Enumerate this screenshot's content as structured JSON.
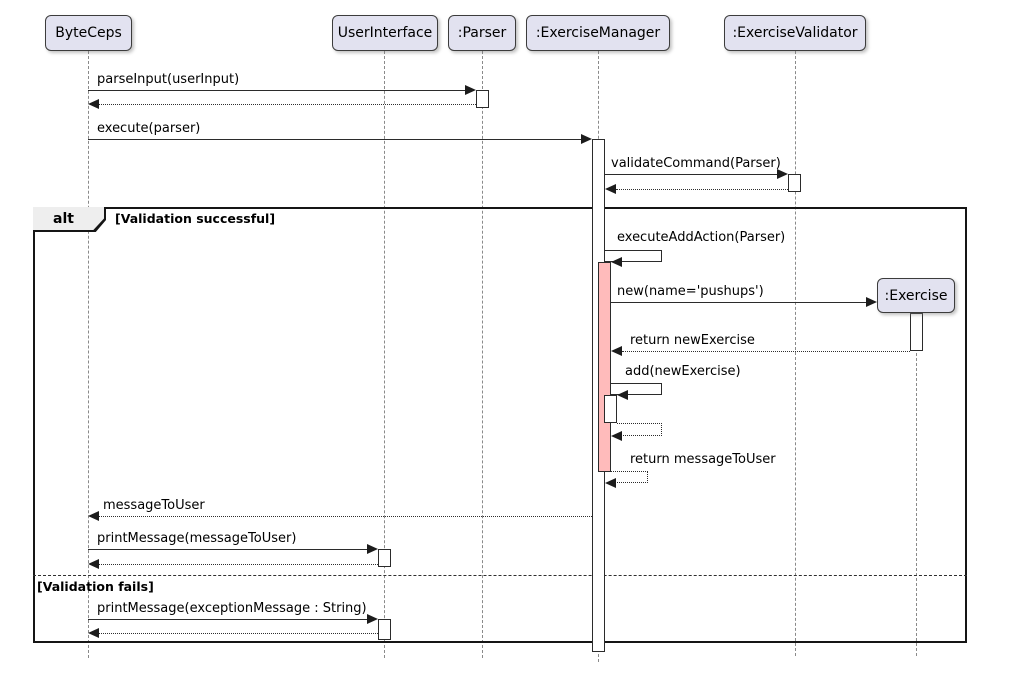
{
  "diagram_type": "uml-sequence-diagram",
  "participants": [
    {
      "name": "ByteCeps"
    },
    {
      "name": "UserInterface"
    },
    {
      "name": ":Parser"
    },
    {
      "name": ":ExerciseManager"
    },
    {
      "name": ":ExerciseValidator"
    },
    {
      "name": ":Exercise"
    }
  ],
  "fragment": {
    "operator": "alt",
    "guard_success": "[Validation successful]",
    "guard_fail": "[Validation fails]"
  },
  "messages": {
    "parse_input": "parseInput(userInput)",
    "execute": "execute(parser)",
    "validate_command": "validateCommand(Parser)",
    "execute_add_action": "executeAddAction(Parser)",
    "new_exercise": "new(name='pushups')",
    "return_new_exercise": "return newExercise",
    "add_new_exercise": "add(newExercise)",
    "return_message_to_user": "return messageToUser",
    "message_to_user": "messageToUser",
    "print_message": "printMessage(messageToUser)",
    "print_exception": "printMessage(exceptionMessage : String)"
  },
  "colors": {
    "participant_fill": "#E2E2F0",
    "participant_border": "#3C3C3C",
    "activation_fill": "#FFFFFF",
    "activation_highlight": "#FFBBBB",
    "message_line": "#2B2B2B",
    "lifeline": "#8A8A8A",
    "frame_border": "#151515",
    "operator_tab_fill": "#EEEEEE"
  }
}
